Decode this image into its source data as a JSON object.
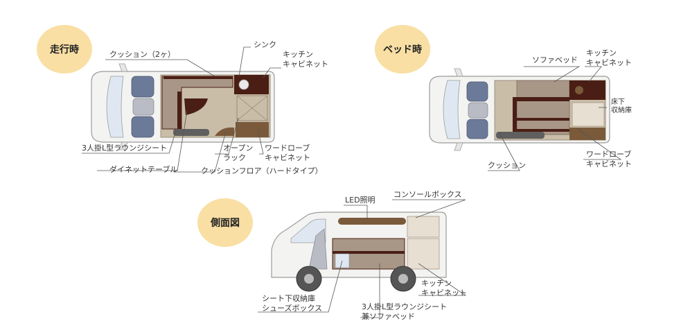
{
  "colors": {
    "badge": "#f9dfa4",
    "wood_dark": "#4a1e14",
    "wood_mid": "#7a5a3a",
    "floor_light": "#c9bda8",
    "cushion": "#a89686",
    "seat_blue": "#6c7a99",
    "body_white": "#f3f3f1",
    "body_line": "#9b9b9b",
    "glass": "#dfe8f2",
    "leader_line": "#555555"
  },
  "driving": {
    "badge": "走行時",
    "labels": {
      "sink": "シンク",
      "cushion2": "クッション（2ヶ）",
      "kitchen_line1": "キッチン",
      "kitchen_line2": "キャビネット",
      "lounge_seat": "3人掛L型ラウンジシート",
      "open_rack_line1": "オープン",
      "open_rack_line2": "ラック",
      "wardrobe_line1": "ワードローブ",
      "wardrobe_line2": "キャビネット",
      "dinette": "ダイネットテーブル",
      "cushion_floor": "クッションフロア（ハードタイプ）"
    }
  },
  "bed": {
    "badge": "ベッド時",
    "labels": {
      "sofa_bed": "ソファベッド",
      "kitchen_line1": "キッチン",
      "kitchen_line2": "キャビネット",
      "underfloor_line1": "床下",
      "underfloor_line2": "収納庫",
      "wardrobe_line1": "ワードローブ",
      "wardrobe_line2": "キャビネット",
      "cushion": "クッション"
    }
  },
  "side": {
    "badge": "側面図",
    "labels": {
      "led": "LED照明",
      "console": "コンソールボックス",
      "under_seat_line1": "シート下収納庫",
      "under_seat_line2": "シューズボックス",
      "kitchen_line1": "キッチン",
      "kitchen_line2": "キャビネット",
      "lounge_line1": "3人掛L型ラウンジシート",
      "lounge_line2": "兼ソファベッド"
    }
  }
}
